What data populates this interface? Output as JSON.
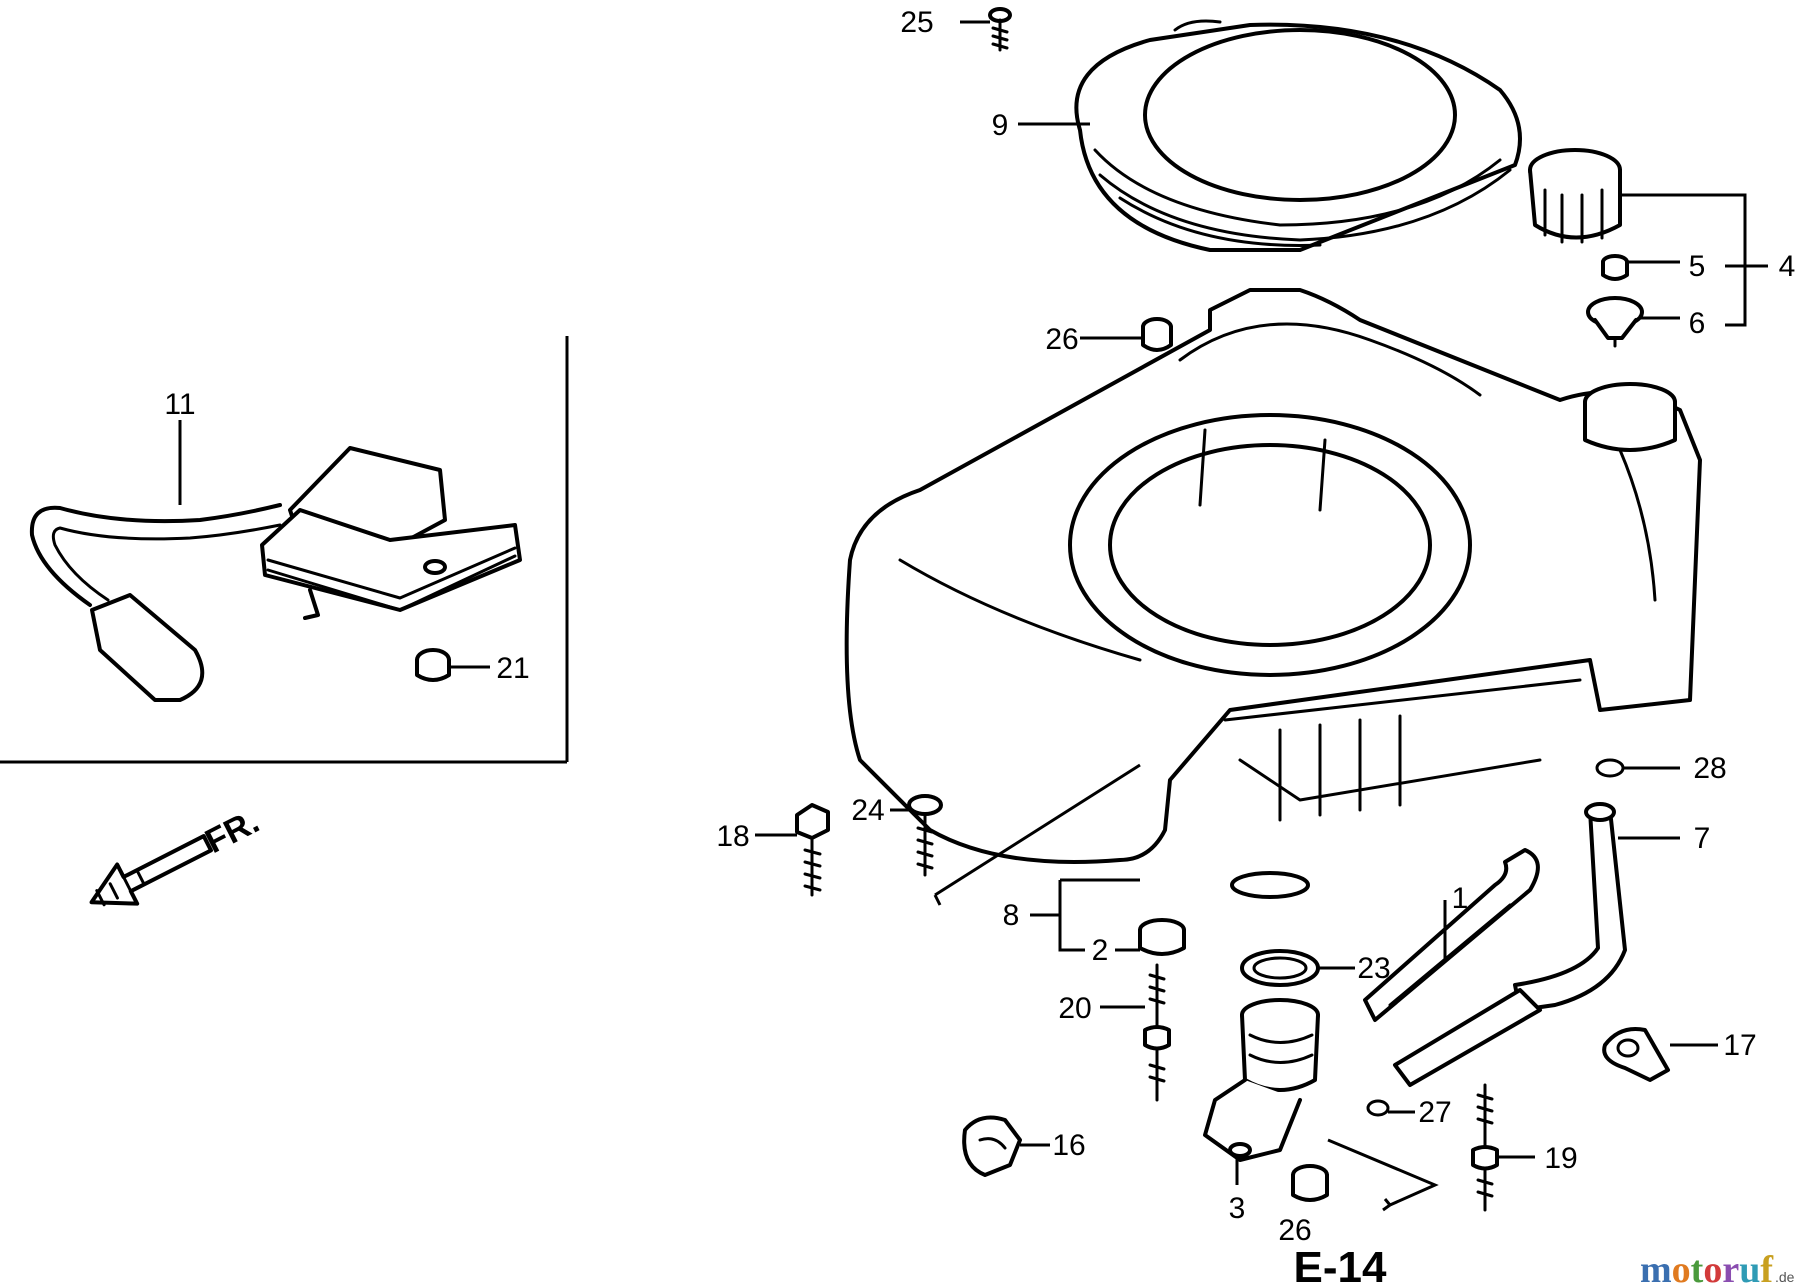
{
  "diagram": {
    "sheet_code": "E-14",
    "direction_label": "FR.",
    "callouts": {
      "c25": "25",
      "c9": "9",
      "c4": "4",
      "c5": "5",
      "c6": "6",
      "c26a": "26",
      "c11": "11",
      "c21": "21",
      "c28": "28",
      "c7": "7",
      "c18": "18",
      "c24": "24",
      "c8": "8",
      "c2": "2",
      "c23": "23",
      "c1": "1",
      "c20": "20",
      "c17": "17",
      "c27": "27",
      "c16": "16",
      "c19": "19",
      "c3": "3",
      "c26b": "26"
    }
  },
  "watermark": {
    "letters": [
      "m",
      "o",
      "t",
      "o",
      "r",
      "u",
      "f"
    ],
    "suffix": ".de",
    "colors": [
      "#3a6fb0",
      "#e07a1f",
      "#4a9a3c",
      "#d23a3a",
      "#8a4db0",
      "#2f9bb5",
      "#c8a020"
    ]
  }
}
